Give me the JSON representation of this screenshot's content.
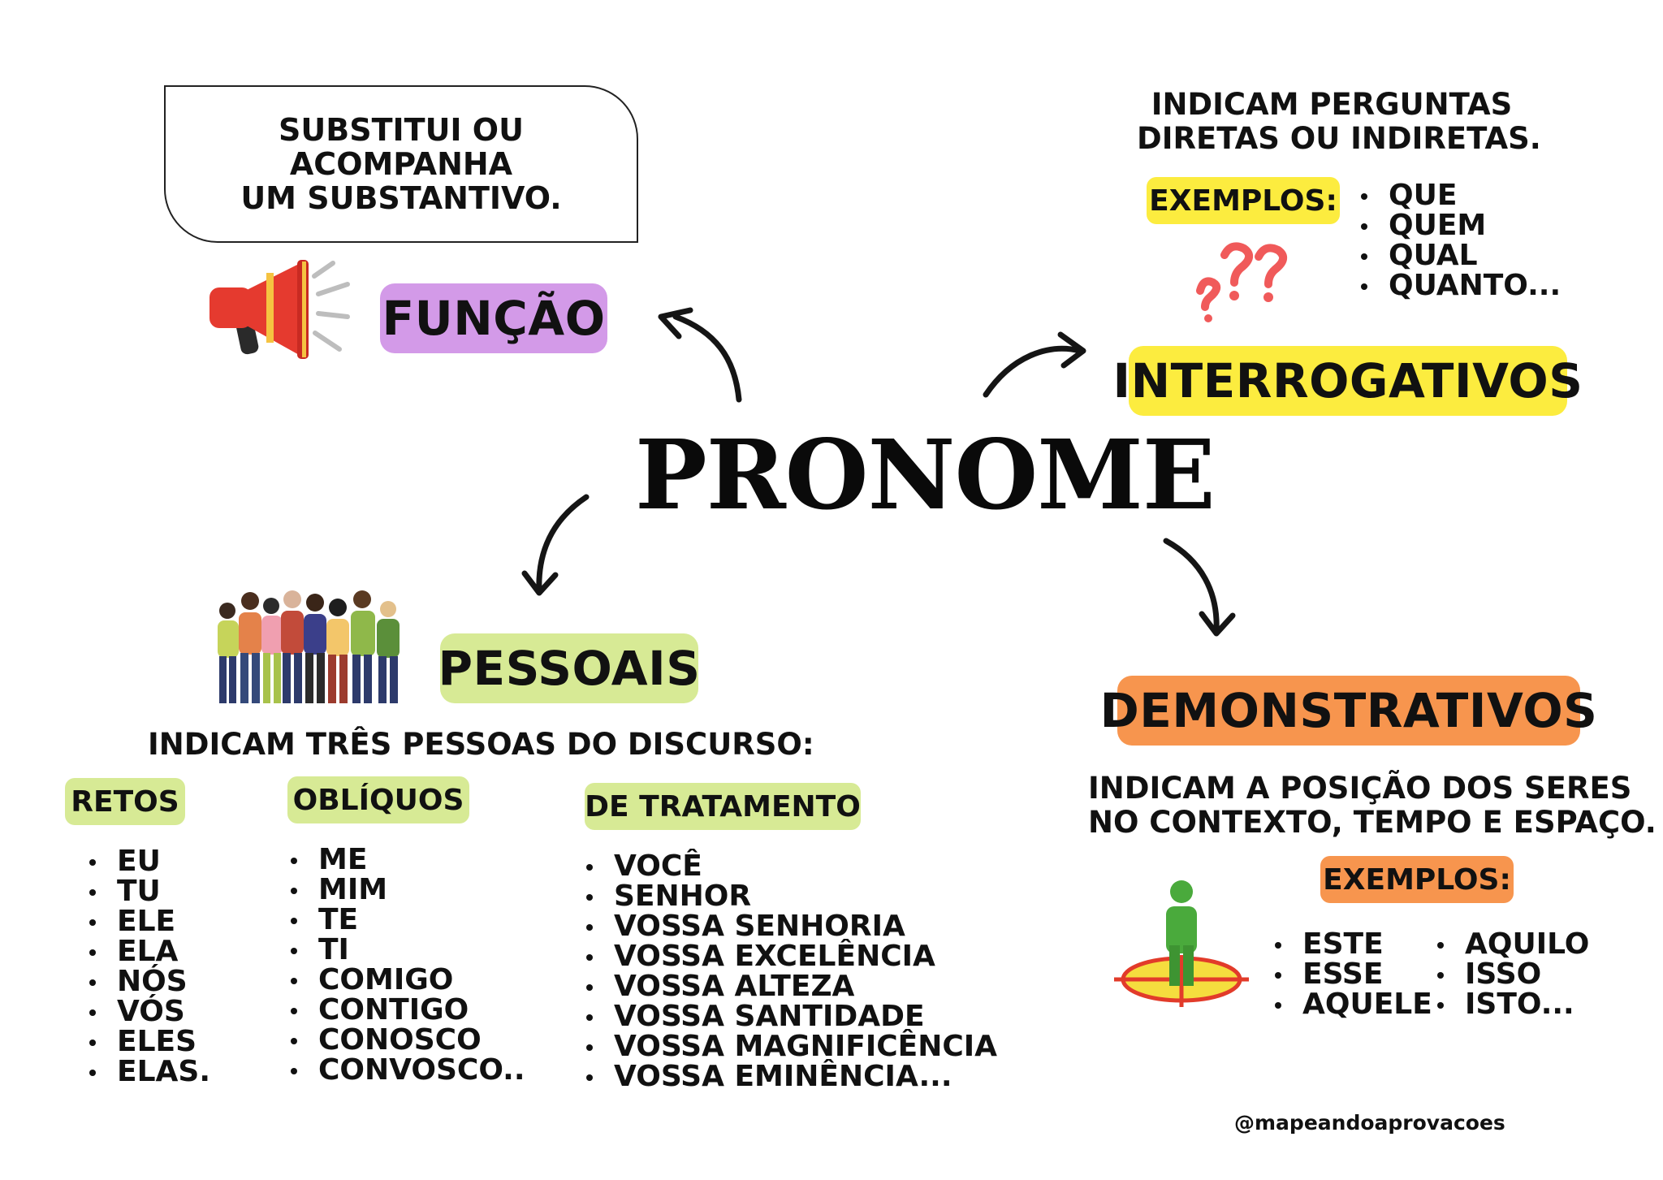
{
  "center": {
    "title": "PRONOME"
  },
  "funcao": {
    "label": "FUNÇÃO",
    "description_line1": "SUBSTITUI OU ACOMPANHA",
    "description_line2": "UM SUBSTANTIVO."
  },
  "interrogativos": {
    "label": "INTERROGATIVOS",
    "description_line1": "INDICAM PERGUNTAS",
    "description_line2": "DIRETAS OU INDIRETAS.",
    "examples_label": "EXEMPLOS:",
    "examples": [
      "QUE",
      "QUEM",
      "QUAL",
      "QUANTO..."
    ]
  },
  "pessoais": {
    "label": "PESSOAIS",
    "description": "INDICAM TRÊS  PESSOAS DO DISCURSO:",
    "retos": {
      "label": "RETOS",
      "items": [
        "EU",
        "TU",
        "ELE",
        "ELA",
        "NÓS",
        "VÓS",
        "ELES",
        "ELAS."
      ]
    },
    "obliquos": {
      "label": "OBLÍQUOS",
      "items": [
        "ME",
        "MIM",
        "TE",
        "TI",
        "COMIGO",
        "CONTIGO",
        "CONOSCO",
        "CONVOSCO.."
      ]
    },
    "tratamento": {
      "label": "DE TRATAMENTO",
      "items": [
        "VOCÊ",
        "SENHOR",
        "VOSSA SENHORIA",
        "VOSSA EXCELÊNCIA",
        "VOSSA ALTEZA",
        "VOSSA SANTIDADE",
        "VOSSA MAGNIFICÊNCIA",
        "VOSSA EMINÊNCIA..."
      ]
    }
  },
  "demonstrativos": {
    "label": "DEMONSTRATIVOS",
    "description_line1": "INDICAM A POSIÇÃO DOS SERES",
    "description_line2": "NO CONTEXTO, TEMPO E ESPAÇO.",
    "examples_label": "EXEMPLOS:",
    "examples_col1": [
      "ESTE",
      "ESSE",
      "AQUELE"
    ],
    "examples_col2": [
      "AQUILO",
      "ISSO",
      "ISTO..."
    ]
  },
  "footer": {
    "handle": "@mapeandoaprovacoes"
  },
  "colors": {
    "funcao": "#d39ae8",
    "interrogativos": "#fcec3f",
    "pessoais": "#d7ea95",
    "demonstrativos": "#f7954e",
    "exemplos_interrog": "#fcec3f",
    "exemplos_demonstr": "#f7954e",
    "question_marks": "#f05a5a",
    "megaphone": "#e53a2f",
    "person": "#4aaa3c",
    "target": "#f5dd3e"
  },
  "icons": [
    "megaphone-icon",
    "question-marks-icon",
    "people-group-icon",
    "person-on-target-icon"
  ]
}
